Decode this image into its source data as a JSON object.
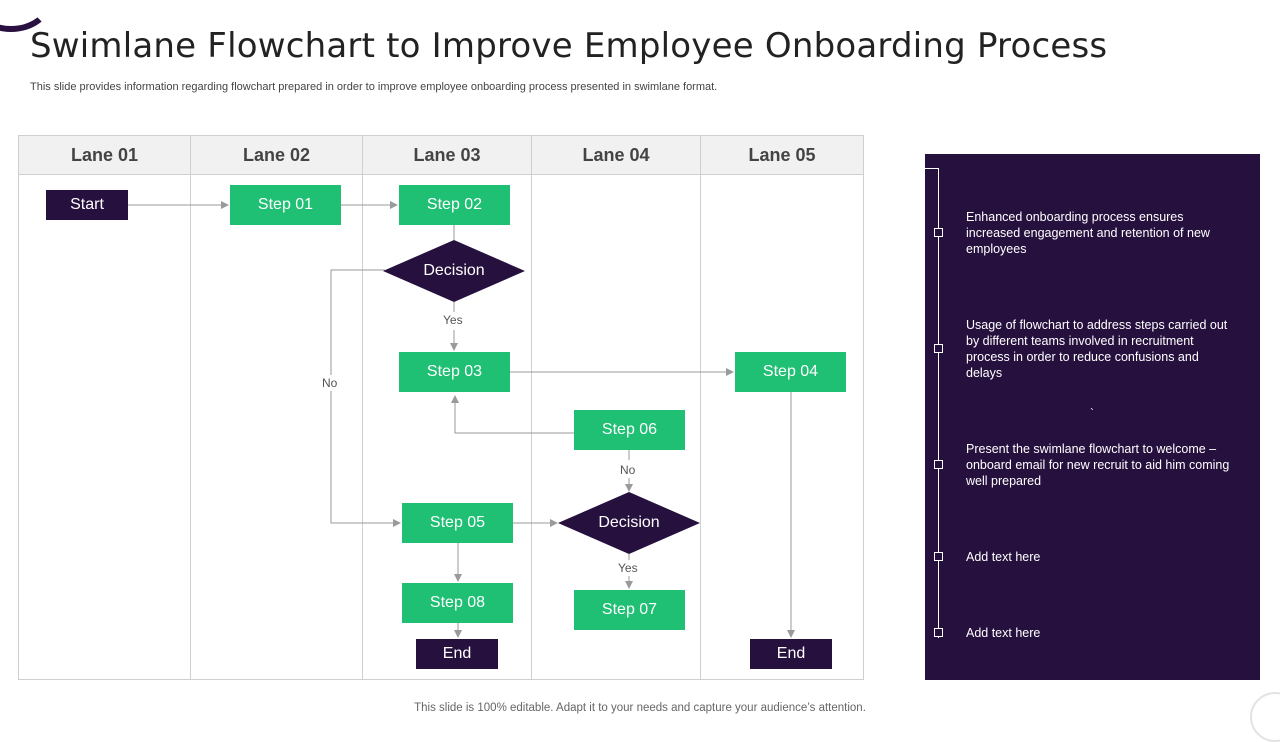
{
  "title": "Swimlane Flowchart to Improve Employee Onboarding Process",
  "subtitle": "This slide provides information regarding flowchart prepared in order to improve employee onboarding process presented in swimlane format.",
  "lanes": [
    "Lane 01",
    "Lane 02",
    "Lane 03",
    "Lane 04",
    "Lane 05"
  ],
  "nodes": {
    "start": "Start",
    "step01": "Step 01",
    "step02": "Step 02",
    "decision1": "Decision",
    "step03": "Step 03",
    "step04": "Step 04",
    "step06": "Step 06",
    "step05": "Step 05",
    "decision2": "Decision",
    "step08": "Step 08",
    "step07": "Step 07",
    "end1": "End",
    "end2": "End"
  },
  "edge_labels": {
    "yes1": "Yes",
    "no1": "No",
    "no2": "No",
    "yes2": "Yes"
  },
  "panel": {
    "items": [
      "Enhanced onboarding process ensures increased engagement and retention of new employees",
      "Usage of flowchart to address steps carried out by different teams involved  in recruitment process in order to reduce confusions and delays",
      "Present the swimlane flowchart to welcome – onboard email for new recruit to aid him coming well prepared",
      "Add text here",
      "Add text here"
    ],
    "stray_mark": "`"
  },
  "footer": "This slide is 100% editable. Adapt it to your needs and capture your audience’s attention.",
  "colors": {
    "green": "#1fbf74",
    "dark_purple": "#26103e",
    "lane_header_bg": "#f1f1f1",
    "connector": "#9a9a9a"
  }
}
